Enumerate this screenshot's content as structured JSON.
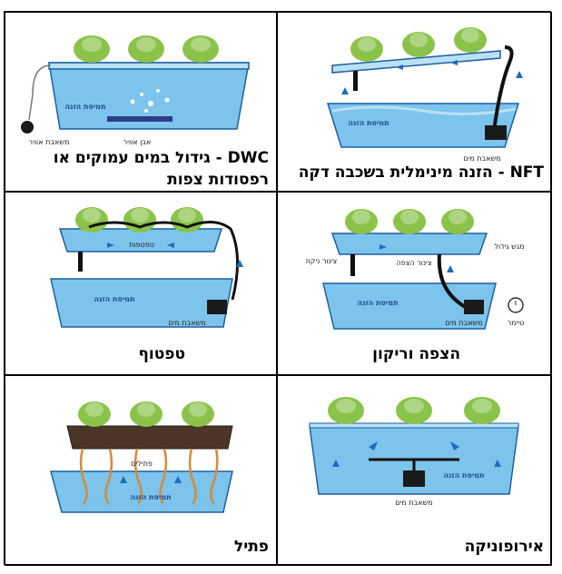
{
  "cells": {
    "nft": {
      "caption": "NFT - הזנה מינימלית בשכבה דקה",
      "labels": {
        "tank": "תמיסת הזנה",
        "pump": "משאבת מים"
      }
    },
    "dwc": {
      "caption_line1": "DWC - גידול במים עמוקים או",
      "caption_line2": "רפסודות צפות",
      "labels": {
        "tank": "תמיסת הזנה",
        "air_pump": "משאבת אוויר",
        "air_stone": "אבן אוויר"
      }
    },
    "ebb_flow": {
      "caption": "הצפה וריקון",
      "labels": {
        "tank": "תמיסת הזנה",
        "grow_tray": "מגש גידול",
        "drain_pipe": "צינור ניקוז",
        "flood_pipe": "צינור הצפה",
        "pump": "משאבת מים",
        "timer": "טיימר"
      }
    },
    "drip": {
      "caption": "טפטוף",
      "labels": {
        "tank": "תמיסת הזנה",
        "drippers": "טפטפות",
        "pump": "משאבת מים"
      }
    },
    "aeroponics": {
      "caption": "אירופוניקה",
      "labels": {
        "tank": "תמיסת הזנה",
        "pump": "משאבת מים"
      }
    },
    "wick": {
      "caption": "פתיל",
      "labels": {
        "tank": "תמיסת הזנה",
        "wicks": "פתילים"
      }
    }
  },
  "colors": {
    "water": "#7cc4ec",
    "water_light": "#b9e0f5",
    "tank_outline": "#1d5f9e",
    "lettuce": "#8bc34a",
    "pump": "#1a1a1a",
    "arrow": "#1e6bbf",
    "soil": "#4a3528",
    "wick": "#d68a3a"
  }
}
